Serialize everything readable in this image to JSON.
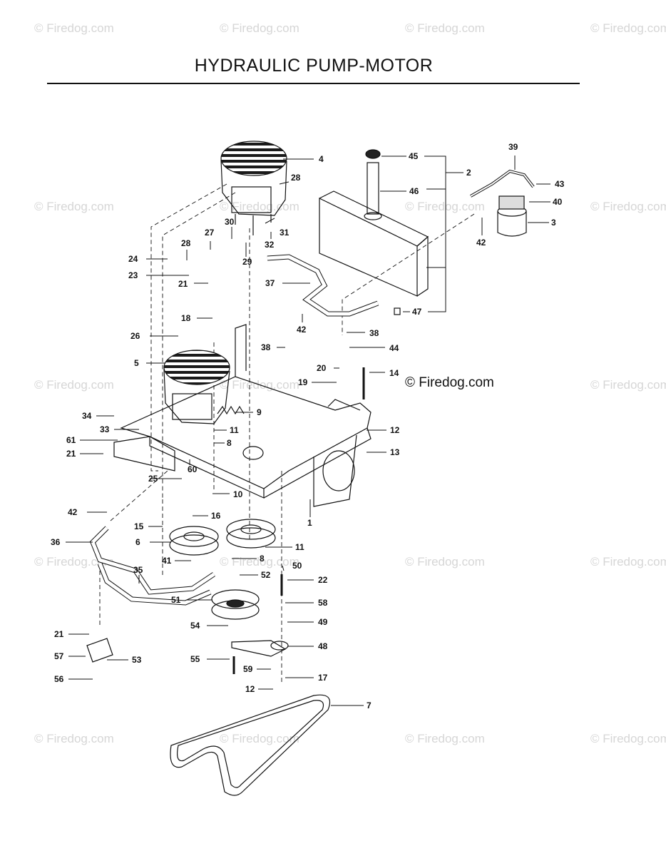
{
  "title": "HYDRAULIC PUMP-MOTOR",
  "watermark_text": "© Firedog.com",
  "copyright_text": "© Firedog.com",
  "callouts": [
    {
      "id": "c4",
      "label": "4"
    },
    {
      "id": "c28a",
      "label": "28"
    },
    {
      "id": "c45",
      "label": "45"
    },
    {
      "id": "c2",
      "label": "2"
    },
    {
      "id": "c39",
      "label": "39"
    },
    {
      "id": "c43",
      "label": "43"
    },
    {
      "id": "c46",
      "label": "46"
    },
    {
      "id": "c40",
      "label": "40"
    },
    {
      "id": "c3",
      "label": "3"
    },
    {
      "id": "c42a",
      "label": "42"
    },
    {
      "id": "c30",
      "label": "30"
    },
    {
      "id": "c27",
      "label": "27"
    },
    {
      "id": "c31",
      "label": "31"
    },
    {
      "id": "c28b",
      "label": "28"
    },
    {
      "id": "c32",
      "label": "32"
    },
    {
      "id": "c24",
      "label": "24"
    },
    {
      "id": "c29",
      "label": "29"
    },
    {
      "id": "c23",
      "label": "23"
    },
    {
      "id": "c21a",
      "label": "21"
    },
    {
      "id": "c37",
      "label": "37"
    },
    {
      "id": "c47",
      "label": "47"
    },
    {
      "id": "c18",
      "label": "18"
    },
    {
      "id": "c42b",
      "label": "42"
    },
    {
      "id": "c26",
      "label": "26"
    },
    {
      "id": "c38a",
      "label": "38"
    },
    {
      "id": "c38b",
      "label": "38"
    },
    {
      "id": "c44",
      "label": "44"
    },
    {
      "id": "c5",
      "label": "5"
    },
    {
      "id": "c20",
      "label": "20"
    },
    {
      "id": "c14",
      "label": "14"
    },
    {
      "id": "c19",
      "label": "19"
    },
    {
      "id": "c9",
      "label": "9"
    },
    {
      "id": "c34",
      "label": "34"
    },
    {
      "id": "c33",
      "label": "33"
    },
    {
      "id": "c11a",
      "label": "11"
    },
    {
      "id": "c12a",
      "label": "12"
    },
    {
      "id": "c61",
      "label": "61"
    },
    {
      "id": "c8a",
      "label": "8"
    },
    {
      "id": "c13",
      "label": "13"
    },
    {
      "id": "c21b",
      "label": "21"
    },
    {
      "id": "c60",
      "label": "60"
    },
    {
      "id": "c25",
      "label": "25"
    },
    {
      "id": "c10",
      "label": "10"
    },
    {
      "id": "c1",
      "label": "1"
    },
    {
      "id": "c42c",
      "label": "42"
    },
    {
      "id": "c16",
      "label": "16"
    },
    {
      "id": "c15",
      "label": "15"
    },
    {
      "id": "c36",
      "label": "36"
    },
    {
      "id": "c6",
      "label": "6"
    },
    {
      "id": "c11b",
      "label": "11"
    },
    {
      "id": "c8b",
      "label": "8"
    },
    {
      "id": "c41",
      "label": "41"
    },
    {
      "id": "c50",
      "label": "50"
    },
    {
      "id": "c35",
      "label": "35"
    },
    {
      "id": "c52",
      "label": "52"
    },
    {
      "id": "c22",
      "label": "22"
    },
    {
      "id": "c51",
      "label": "51"
    },
    {
      "id": "c58",
      "label": "58"
    },
    {
      "id": "c54",
      "label": "54"
    },
    {
      "id": "c49",
      "label": "49"
    },
    {
      "id": "c21c",
      "label": "21"
    },
    {
      "id": "c48",
      "label": "48"
    },
    {
      "id": "c57",
      "label": "57"
    },
    {
      "id": "c53",
      "label": "53"
    },
    {
      "id": "c55",
      "label": "55"
    },
    {
      "id": "c59",
      "label": "59"
    },
    {
      "id": "c17",
      "label": "17"
    },
    {
      "id": "c56",
      "label": "56"
    },
    {
      "id": "c12b",
      "label": "12"
    },
    {
      "id": "c7",
      "label": "7"
    }
  ]
}
